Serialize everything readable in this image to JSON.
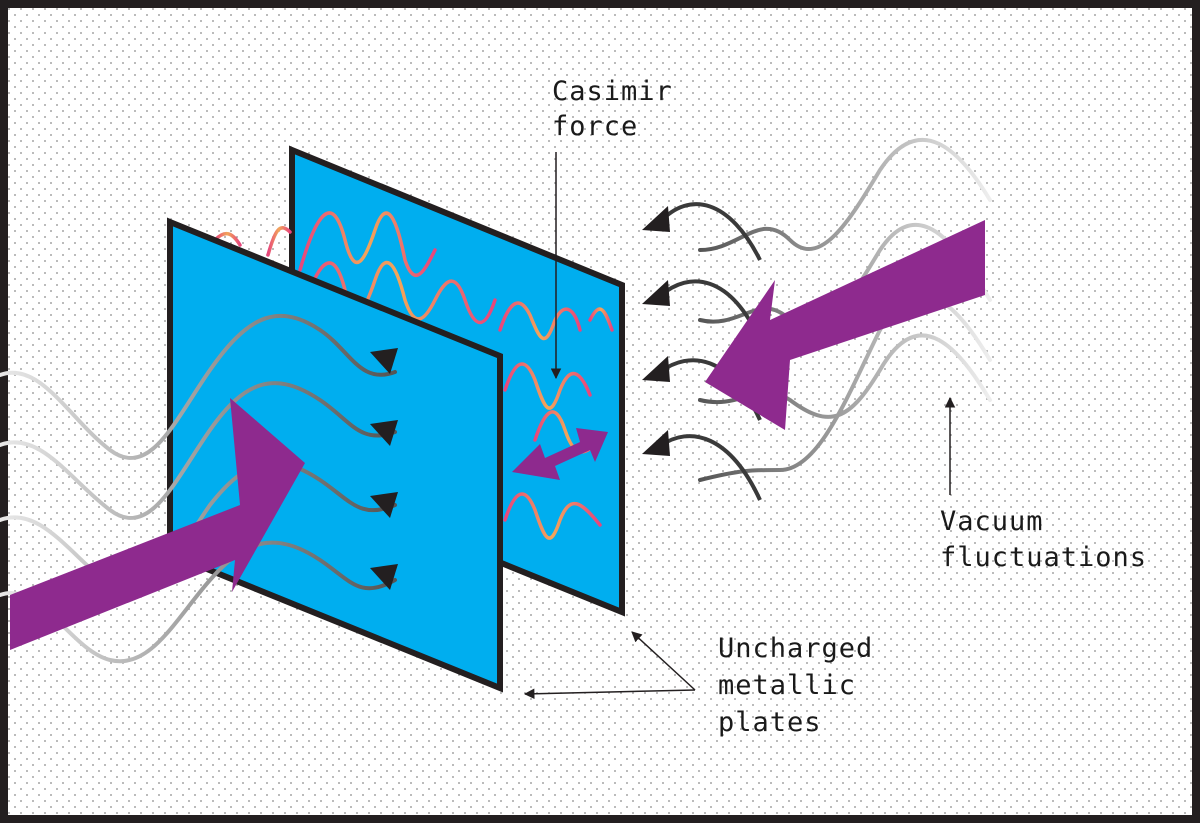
{
  "labels": {
    "casimir": [
      "Casimir",
      "force"
    ],
    "vacuum": [
      "Vacuum",
      "fluctuations"
    ],
    "plates": [
      "Uncharged",
      "metallic",
      "plates"
    ]
  },
  "colors": {
    "plate": "#00aeef",
    "plate_edge": "#231f20",
    "arrow_purple": "#8e2a8e",
    "wave_pink": "#e8457c",
    "wave_orange": "#f2a65a",
    "frame": "#231f20"
  }
}
